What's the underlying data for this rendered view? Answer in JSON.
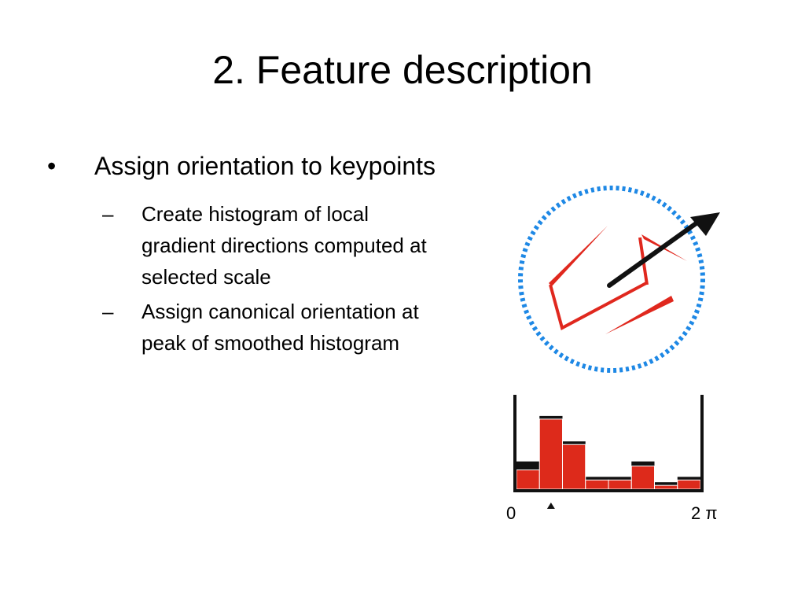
{
  "slide": {
    "title": "2. Feature description",
    "bullet": {
      "mark": "•",
      "text": "Assign orientation to keypoints"
    },
    "sub_bullets": [
      {
        "mark": "–",
        "text": "Create histogram of local gradient directions computed at selected scale"
      },
      {
        "mark": "–",
        "text": "Assign canonical orientation at peak of smoothed histogram"
      }
    ]
  },
  "figure": {
    "circle_color": "#1e88e5",
    "gradient_color": "#e0281e",
    "arrow_color": "#111111",
    "histogram": {
      "x_start_label": "0",
      "x_end_label": "2 π",
      "bins": [
        0.25,
        0.95,
        0.62,
        0.16,
        0.16,
        0.3,
        0.09,
        0.16
      ],
      "smoothed": [
        0.36,
        0.95,
        0.62,
        0.16,
        0.16,
        0.36,
        0.09,
        0.16
      ],
      "peak_bin": 1,
      "bar_color": "#dd2a1b",
      "smoothed_color": "#111111"
    }
  }
}
